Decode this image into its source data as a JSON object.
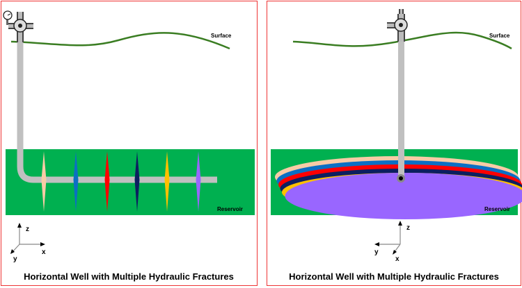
{
  "panels": [
    {
      "id": "left",
      "caption": "Horizontal Well with Multiple Hydraulic Fractures",
      "surface_label": "Surface",
      "reservoir_label": "Reservoir",
      "axes": {
        "z": "z",
        "x": "x",
        "y": "y"
      },
      "view": "side",
      "fractures": [
        {
          "name": "fracture-1",
          "color": "#f8cba6"
        },
        {
          "name": "fracture-2",
          "color": "#0b6fc4"
        },
        {
          "name": "fracture-3",
          "color": "#ff0000"
        },
        {
          "name": "fracture-4",
          "color": "#0c1f60"
        },
        {
          "name": "fracture-5",
          "color": "#ffc000"
        },
        {
          "name": "fracture-6",
          "color": "#9966ff"
        }
      ]
    },
    {
      "id": "right",
      "caption": "Horizontal Well with Multiple Hydraulic Fractures",
      "surface_label": "Surface",
      "reservoir_label": "Reservoir",
      "axes": {
        "z": "z",
        "x": "x",
        "y": "y"
      },
      "view": "end-on",
      "fractures": [
        {
          "name": "fracture-1",
          "color": "#f8cba6"
        },
        {
          "name": "fracture-2",
          "color": "#0b6fc4"
        },
        {
          "name": "fracture-3",
          "color": "#ff0000"
        },
        {
          "name": "fracture-4",
          "color": "#0c1f60"
        },
        {
          "name": "fracture-5",
          "color": "#ffc000"
        },
        {
          "name": "fracture-6",
          "color": "#9966ff"
        }
      ]
    }
  ],
  "colors": {
    "reservoir": "#00b050",
    "surface_line": "#3a7d22",
    "wellbore": "#c0c0c0",
    "border": "#ee3333"
  }
}
